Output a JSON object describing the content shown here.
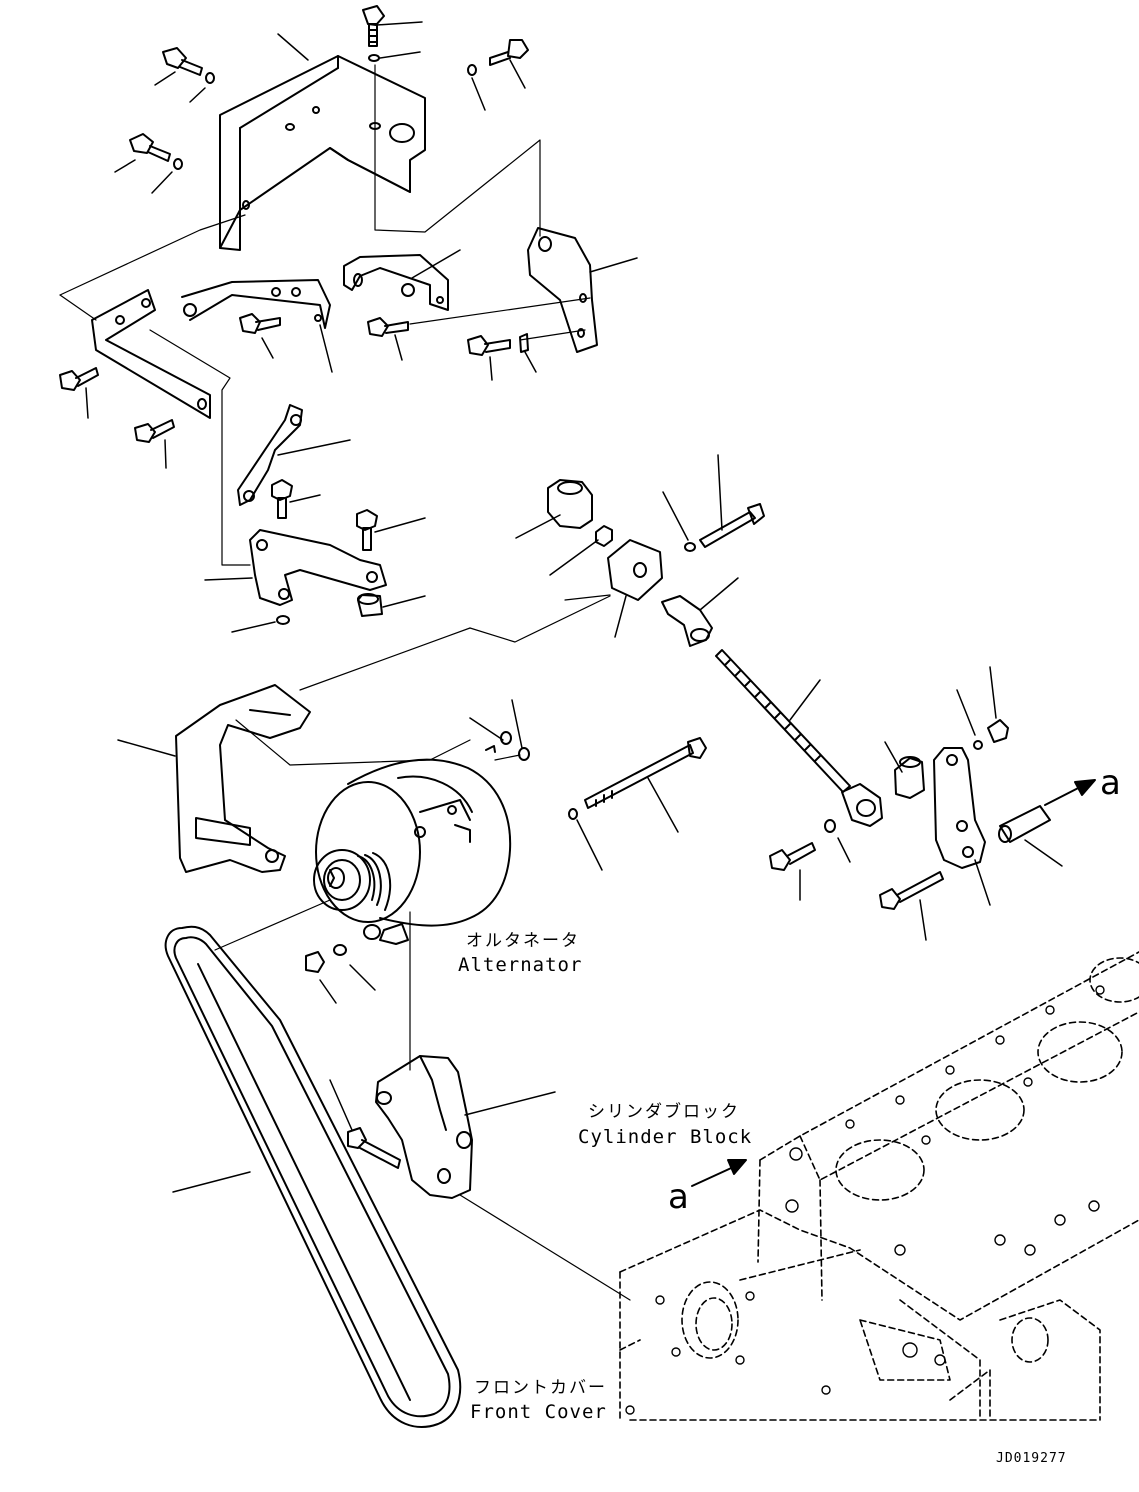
{
  "labels": {
    "alternator_jp": "オルタネータ",
    "alternator_en": "Alternator",
    "cylinder_block_jp": "シリンダブロック",
    "cylinder_block_en": "Cylinder Block",
    "front_cover_jp": "フロントカバー",
    "front_cover_en": "Front Cover"
  },
  "view_markers": {
    "arrow_right_label": "a",
    "arrow_block_label": "a"
  },
  "drawing_number": "JD019277"
}
